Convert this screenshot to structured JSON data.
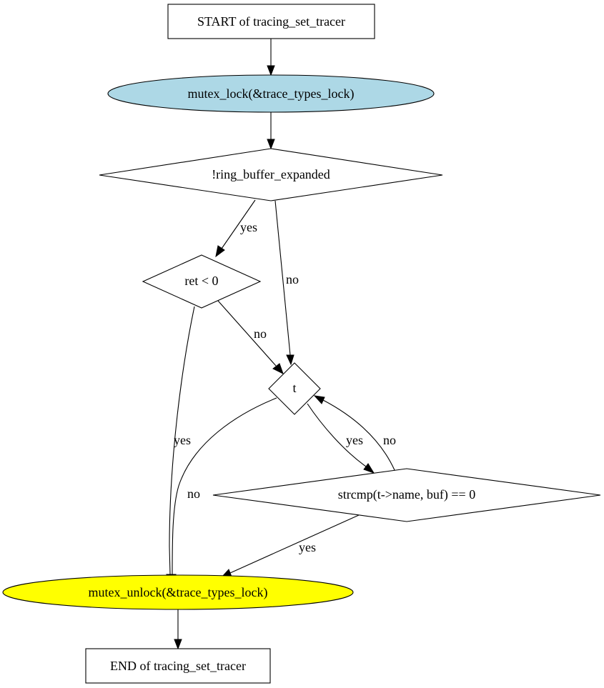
{
  "colors": {
    "box_fill": "#ffffff",
    "lock_fill": "#add8e6",
    "unlock_fill": "#ffff00",
    "decision_fill": "#ffffff",
    "stroke": "#000000"
  },
  "nodes": {
    "start": "START of tracing_set_tracer",
    "lock": "mutex_lock(&trace_types_lock)",
    "ring": "!ring_buffer_expanded",
    "ret": "ret < 0",
    "t": "t",
    "strcmp": "strcmp(t->name, buf) == 0",
    "unlock": "mutex_unlock(&trace_types_lock)",
    "end": "END of tracing_set_tracer"
  },
  "edges": {
    "ring_yes": "yes",
    "ring_no": "no",
    "ret_yes": "yes",
    "ret_no": "no",
    "t_yes": "yes",
    "t_no": "no",
    "strcmp_no": "no",
    "strcmp_yes": "yes"
  }
}
